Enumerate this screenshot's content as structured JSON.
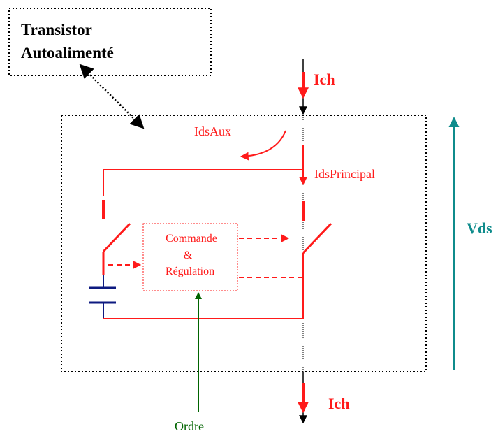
{
  "labels": {
    "title_line1": "Transistor",
    "title_line2": "Autoalimenté",
    "ich_top": "Ich",
    "ich_bottom": "Ich",
    "ids_aux": "IdsAux",
    "ids_principal": "IdsPrincipal",
    "commande": "Commande",
    "ampersand": "&",
    "regulation": "Régulation",
    "vds": "Vds",
    "ordre": "Ordre"
  },
  "colors": {
    "circuit": "#ff1a1a",
    "capacitor": "#0d1a80",
    "vds_arrow": "#0f8c8c",
    "ordre_arrow": "#006400",
    "dotted_border": "#000000"
  }
}
